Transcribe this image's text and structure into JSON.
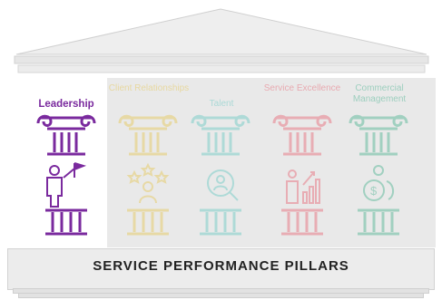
{
  "base_label": "SERVICE PERFORMANCE PILLARS",
  "pillars": [
    {
      "label": "Leadership",
      "color": "#7a2a9e",
      "icon": "person-with-flag-icon",
      "active": true
    },
    {
      "label": "Client Relationships",
      "color": "#e6c44a",
      "icon": "stars-people-icon",
      "active": false
    },
    {
      "label": "Talent",
      "color": "#5ec6c0",
      "icon": "magnifier-person-icon",
      "active": false
    },
    {
      "label": "Service Excellence",
      "color": "#e85d6c",
      "icon": "growth-chart-icon",
      "active": false
    },
    {
      "label": "Commercial Management",
      "color": "#3fae8a",
      "icon": "money-gear-icon",
      "active": false
    }
  ]
}
